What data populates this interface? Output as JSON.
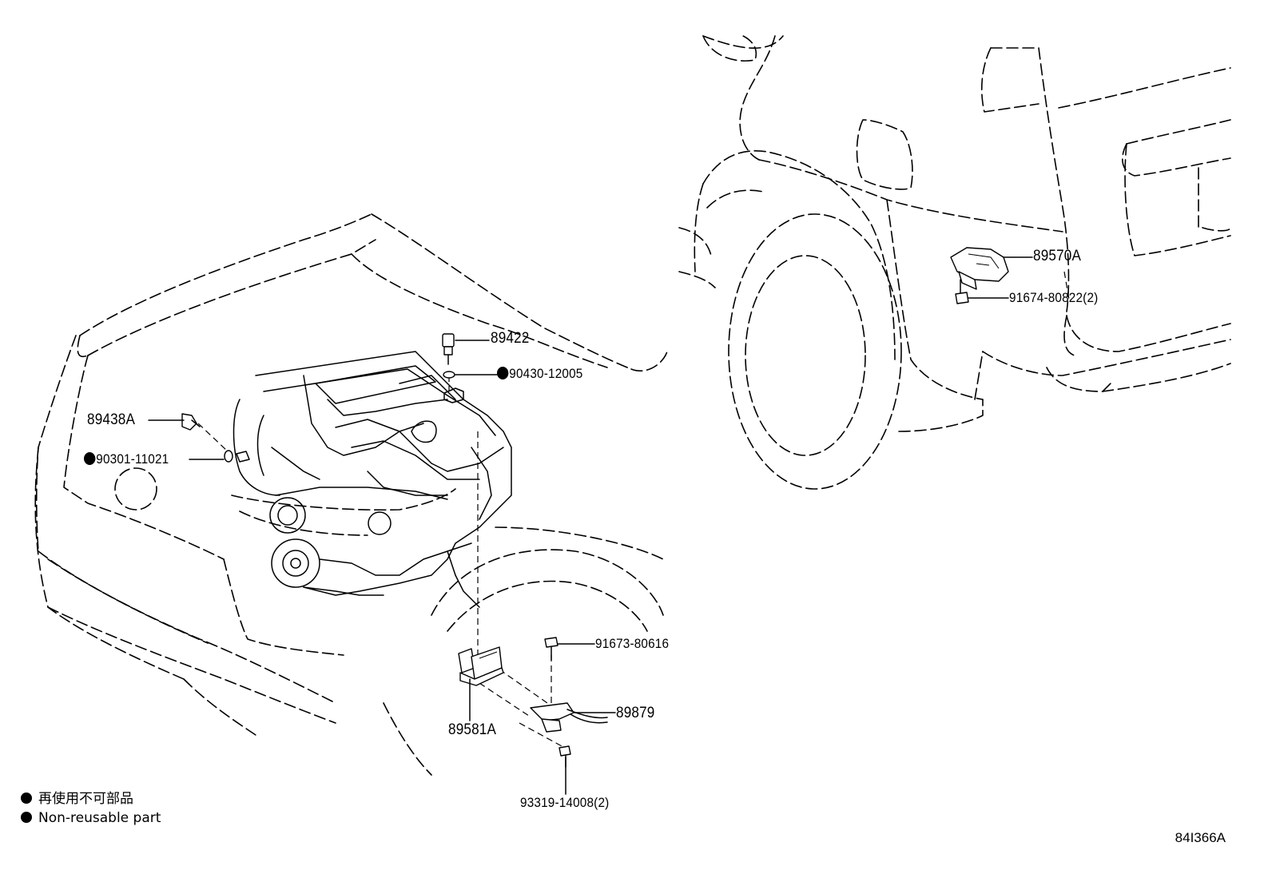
{
  "diagram": {
    "callouts": {
      "p89422": {
        "text": "89422",
        "non_reusable": false
      },
      "p90430": {
        "text": "90430-12005",
        "non_reusable": true
      },
      "p89438A": {
        "text": "89438A",
        "non_reusable": false
      },
      "p90301": {
        "text": "90301-11021",
        "non_reusable": true
      },
      "p89570A": {
        "text": "89570A",
        "non_reusable": false
      },
      "p91674": {
        "text": "91674-80822(2)",
        "non_reusable": false
      },
      "p91673": {
        "text": "91673-80616",
        "non_reusable": false
      },
      "p89879": {
        "text": "89879",
        "non_reusable": false
      },
      "p89581A": {
        "text": "89581A",
        "non_reusable": false
      },
      "p93319": {
        "text": "93319-14008(2)",
        "non_reusable": false
      }
    },
    "legend": {
      "line_jp": "再使用不可部品",
      "line_en": "Non-reusable part"
    },
    "illustration_code": "84I366A"
  }
}
